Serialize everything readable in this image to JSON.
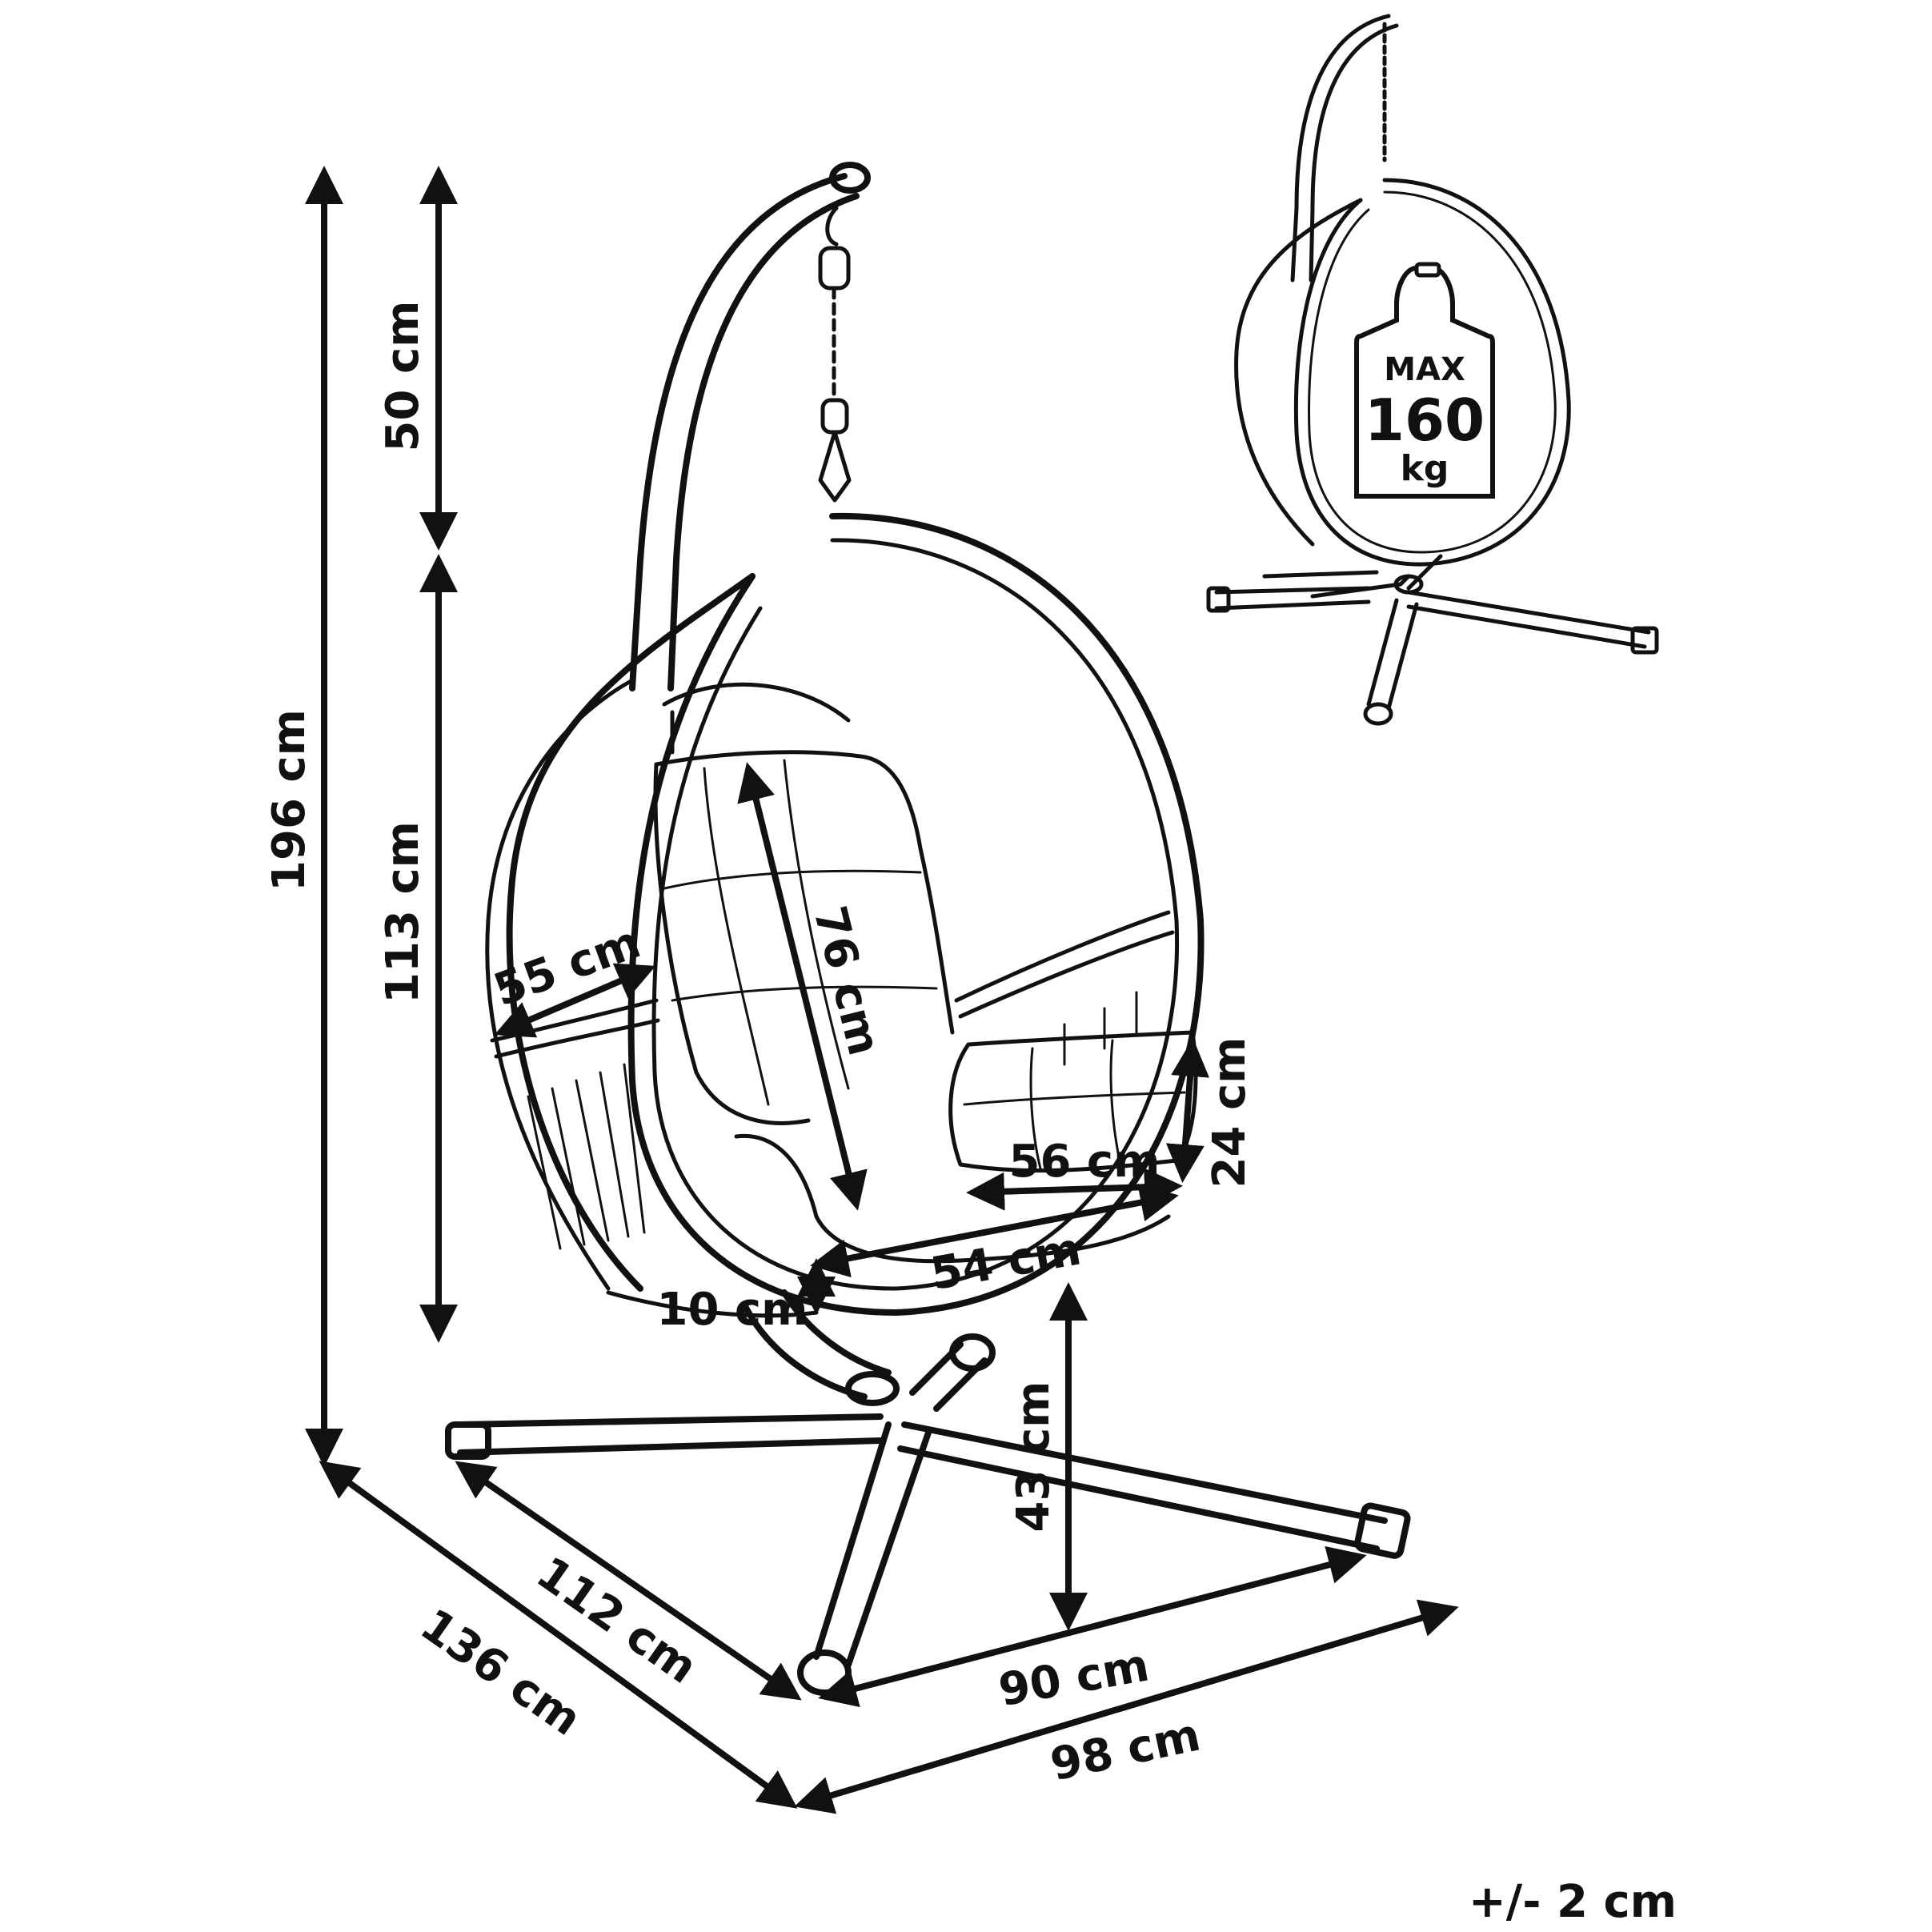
{
  "dimensions": {
    "overall_height": "196 cm",
    "top_to_seat": "50 cm",
    "seat_height": "113 cm",
    "seat_width": "55 cm",
    "back_height": "76 cm",
    "pillow_height": "24 cm",
    "pillow_width": "56 cm",
    "seat_depth": "54 cm",
    "cushion_thickness": "10 cm",
    "ground_clearance": "43 cm",
    "base_depth_inner": "112 cm",
    "base_depth_outer": "136 cm",
    "base_width_inner": "90 cm",
    "base_width_outer": "98 cm",
    "tolerance": "+/- 2 cm"
  },
  "weight_badge": {
    "line1": "MAX",
    "line2": "160",
    "line3": "kg"
  }
}
